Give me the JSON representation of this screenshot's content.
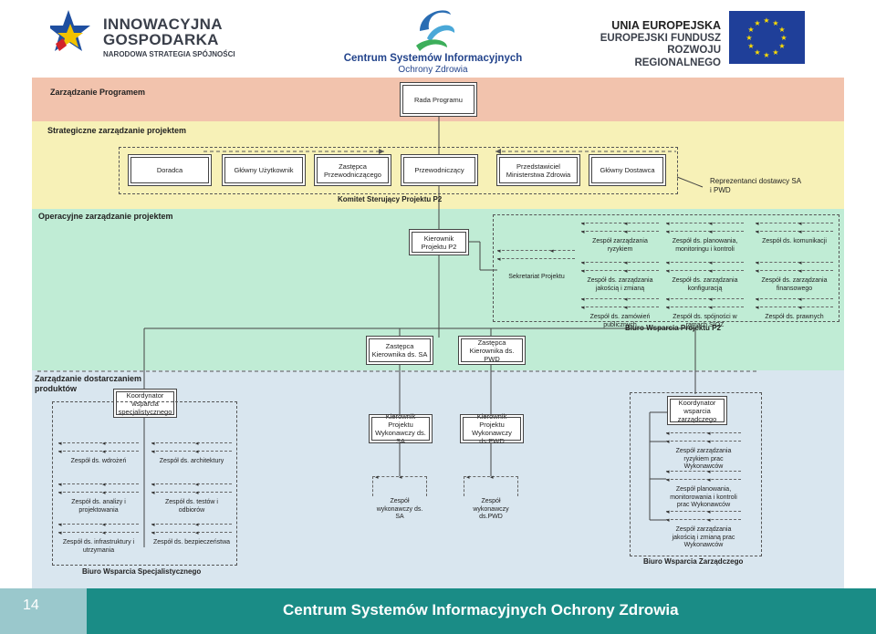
{
  "logos": {
    "left": {
      "line1": "INNOWACYJNA",
      "line2": "GOSPODARKA",
      "line3": "NARODOWA STRATEGIA SPÓJNOŚCI"
    },
    "center": {
      "line1": "Centrum Systemów Informacyjnych",
      "line2": "Ochrony Zdrowia"
    },
    "right": {
      "line1": "UNIA EUROPEJSKA",
      "line2": "EUROPEJSKI FUNDUSZ",
      "line3": "ROZWOJU REGIONALNEGO"
    }
  },
  "colors": {
    "band1": "#f2c3ad",
    "band2": "#f7f1b7",
    "band3": "#c0ecd5",
    "band4": "#d9e6ef",
    "footer": "#1a8c86",
    "pageno_bg": "#9ac8cc"
  },
  "bands": {
    "b1": "Zarządzanie Programem",
    "b2": "Strategiczne zarządzanie projektem",
    "b3": "Operacyjne zarządzanie projektem",
    "b4": "Zarządzanie dostarczaniem produktów"
  },
  "nodes": {
    "rada": "Rada Programu",
    "doradca": "Doradca",
    "glowny_uzytkownik": "Główny Użytkownik",
    "zastepca_przew": "Zastępca Przewodniczącego",
    "przewodniczacy": "Przewodniczący",
    "przedstawiciel": "Przedstawiciel Ministerstwa Zdrowia",
    "glowny_dostawca": "Główny Dostawca",
    "kierownik_p2": "Kierownik Projektu P2",
    "zast_sa": "Zastępca Kierownika ds. SA",
    "zast_pwd": "Zastępca Kierownika ds. PWD",
    "koord_spec": "Koordynator wsparcia specjalistycznego",
    "kier_wyk_sa": "Kierownik Projektu Wykonawczy ds. SA",
    "kier_wyk_pwd": "Kierownik Projektu Wykonawczy ds.PWD",
    "koord_zarz": "Koordynator wsparcia zarządczego"
  },
  "labels": {
    "komitet": "Komitet Sterujący Projektu P2",
    "reprezentanci": "Reprezentanci dostawcy SA i PWD",
    "sekretariat": "Sekretariat Projektu",
    "bw_p2": "Biuro Wsparcia Projektu P2",
    "bw_spec": "Biuro Wsparcia Specjalistycznego",
    "bw_zarz": "Biuro Wsparcia Zarządczego",
    "wyk_sa": "Zespół wykonawczy ds. SA",
    "wyk_pwd": "Zespół wykonawczy ds.PWD"
  },
  "p2_teams": [
    "Zespół zarządzania ryzykiem",
    "Zespół ds. planowania, monitoringu i kontroli",
    "Zespół ds. komunikacji",
    "Zespół ds. zarządzania jakością i zmianą",
    "Zespół ds. zarządzania konfiguracją",
    "Zespół ds. zarządzania finansowego",
    "Zespół ds. zamówień publicznych",
    "Zespół ds. spójności w ramach SIOZ",
    "Zespół ds. prawnych"
  ],
  "spec_teams": [
    "Zespół ds. wdrożeń",
    "Zespół ds. architektury",
    "Zespół ds. analizy i projektowania",
    "Zespół ds. testów i odbiorów",
    "Zespół ds. infrastruktury i utrzymania",
    "Zespół ds. bezpieczeństwa"
  ],
  "zarz_teams": [
    "Zespół zarządzania ryzykiem prac Wykonawców",
    "Zespół planowania, monitorowania i kontroli prac Wykonawców",
    "Zespół zarządzania jakością i zmianą prac Wykonawców"
  ],
  "footer": {
    "page": "14",
    "title": "Centrum Systemów Informacyjnych Ochrony Zdrowia"
  }
}
